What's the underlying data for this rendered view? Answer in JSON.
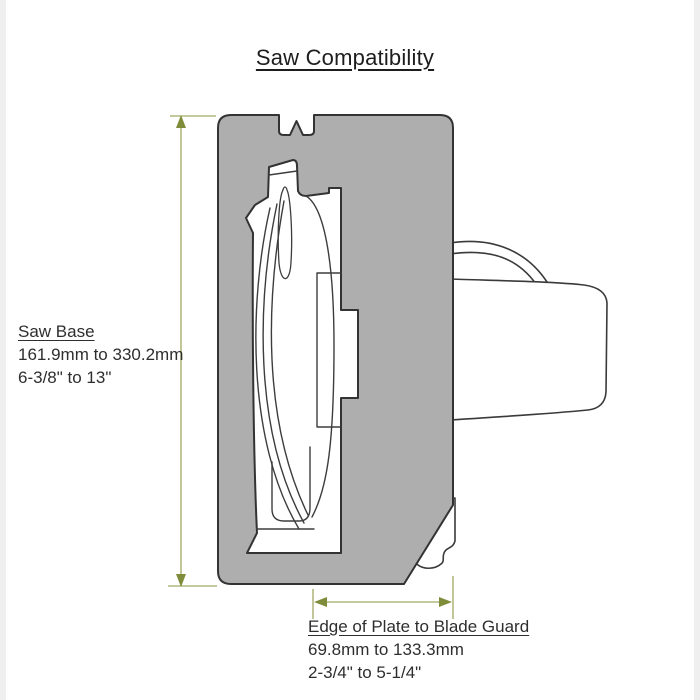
{
  "title": "Saw Compatibility",
  "labels": {
    "saw_base": {
      "heading": "Saw Base",
      "metric_range": "161.9mm to 330.2mm",
      "imperial_range": "6-3/8\" to 13\""
    },
    "edge_of_plate": {
      "heading": "Edge of Plate to Blade Guard",
      "metric_range": "69.8mm to 133.3mm",
      "imperial_range": "2-3/4\" to 5-1/4\""
    }
  },
  "diagram": {
    "description": "Side cross-section of a circular saw base plate with blade guard cutout, motor housing outline and dimension arrows",
    "parts": [
      "saw base plate",
      "riving knife",
      "blade guard cutout",
      "blade",
      "mounting flange",
      "motor housing",
      "handle",
      "blade guard bottom"
    ]
  },
  "colors": {
    "plate_gray": "#aeaeae",
    "outline": "#333333",
    "inner_line": "#3d3d3d",
    "dimension_line": "#b2b77f",
    "dimension_arrow": "#7f8c3a",
    "text": "#333333",
    "background": "#ffffff"
  }
}
